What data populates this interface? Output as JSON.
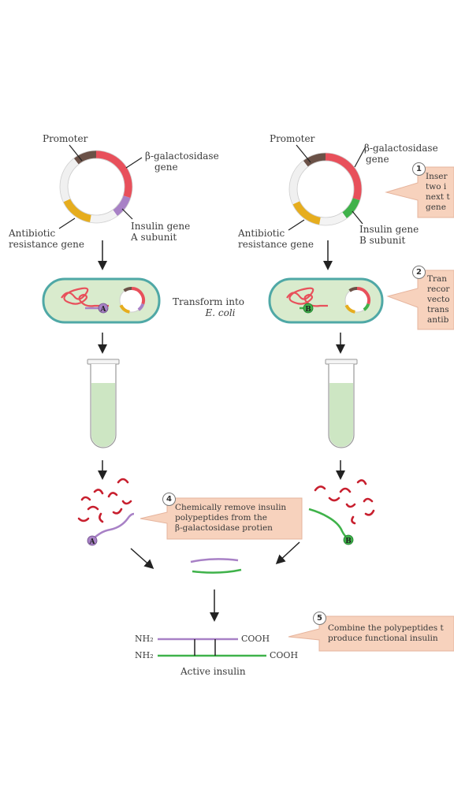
{
  "left_plasmid": {
    "promoter": "Promoter",
    "bgal": [
      "β-galactosidase",
      "gene"
    ],
    "antibiotic": [
      "Antibiotic",
      "resistance gene"
    ],
    "insulin": [
      "Insulin gene",
      "A subunit"
    ]
  },
  "right_plasmid": {
    "promoter": "Promoter",
    "bgal": [
      "β-galactosidase",
      "gene"
    ],
    "antibiotic": [
      "Antibiotic",
      "resistance gene"
    ],
    "insulin": [
      "Insulin gene",
      "B subunit"
    ]
  },
  "transform": [
    "Transform into",
    "E. coli"
  ],
  "bacteria_labels": {
    "left": "A",
    "right": "B"
  },
  "steps": [
    {
      "num": "1",
      "lines": [
        "Inser",
        "two i",
        "next t",
        "gene"
      ]
    },
    {
      "num": "2",
      "lines": [
        "Tran",
        "recor",
        "vecto",
        "trans",
        "antib"
      ]
    },
    {
      "num": "4",
      "lines": [
        "Chemically remove insulin",
        "polypeptides from the",
        "β-galactosidase protien"
      ]
    },
    {
      "num": "5",
      "lines": [
        "Combine the polypeptides t",
        "produce functional insulin"
      ]
    }
  ],
  "chains": {
    "nh2_a": "NH₂",
    "nh2_b": "NH₂",
    "cooh_a": "COOH",
    "cooh_b": "COOH"
  },
  "active_insulin": "Active insulin",
  "colors": {
    "promoter": "#6b5147",
    "bgal": "#e8505b",
    "antibiotic": "#e6ad1e",
    "chainA": "#a881c6",
    "chainB": "#3fb24a",
    "cell_fill": "#d9ebcd",
    "cell_border": "#4fa8a6",
    "callout": "#f7d2bd",
    "tube_liquid": "#cde6c3"
  }
}
